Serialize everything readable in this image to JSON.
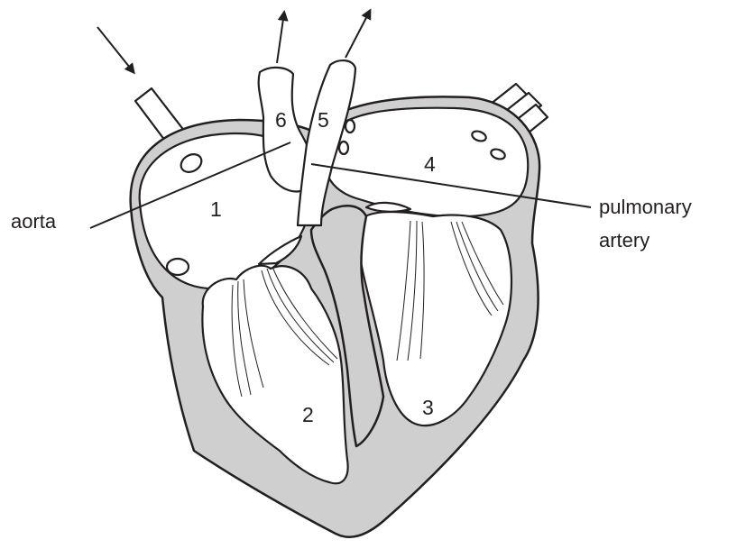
{
  "labels": {
    "aorta": "aorta",
    "pulmonary_line1": "pulmonary",
    "pulmonary_line2": "artery"
  },
  "chambers": {
    "c1": "1",
    "c2": "2",
    "c3": "3",
    "c4": "4",
    "c5": "5",
    "c6": "6"
  },
  "colors": {
    "muscle": "#cfcfcf",
    "outline": "#231f20",
    "cavity": "#ffffff"
  }
}
